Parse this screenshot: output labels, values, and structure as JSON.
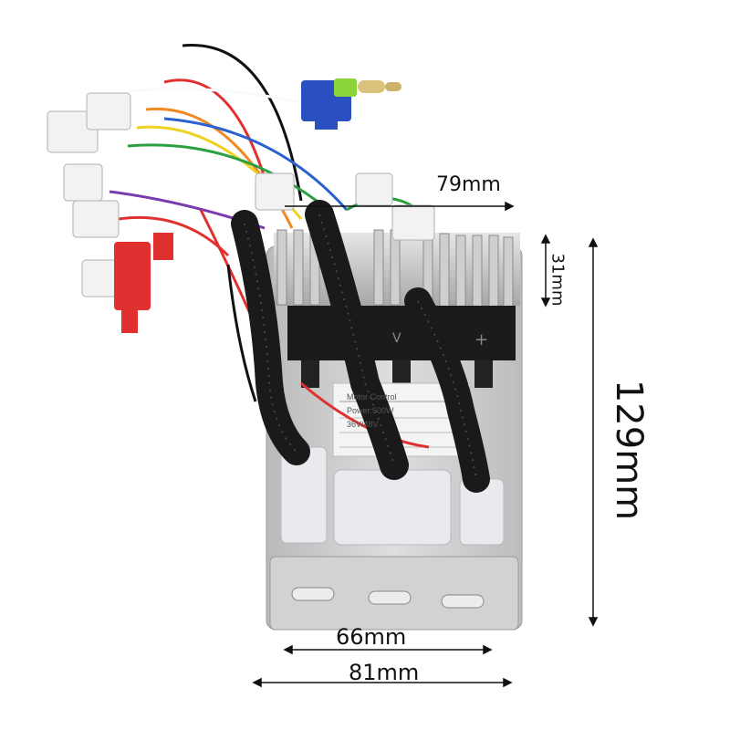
{
  "dimensions": {
    "width_top": "79mm",
    "fin_height": "31mm",
    "total_height": "129mm",
    "inner_width": "66mm",
    "total_width": "81mm"
  },
  "label": {
    "line1": "Motor Control",
    "line2": "Power:500W",
    "line3": "36V/48V"
  },
  "colors": {
    "housing": "#c8c8c8",
    "sleeve": "#1a1a1a",
    "connector_red": "#e03030",
    "connector_blue": "#2a4fc0"
  }
}
